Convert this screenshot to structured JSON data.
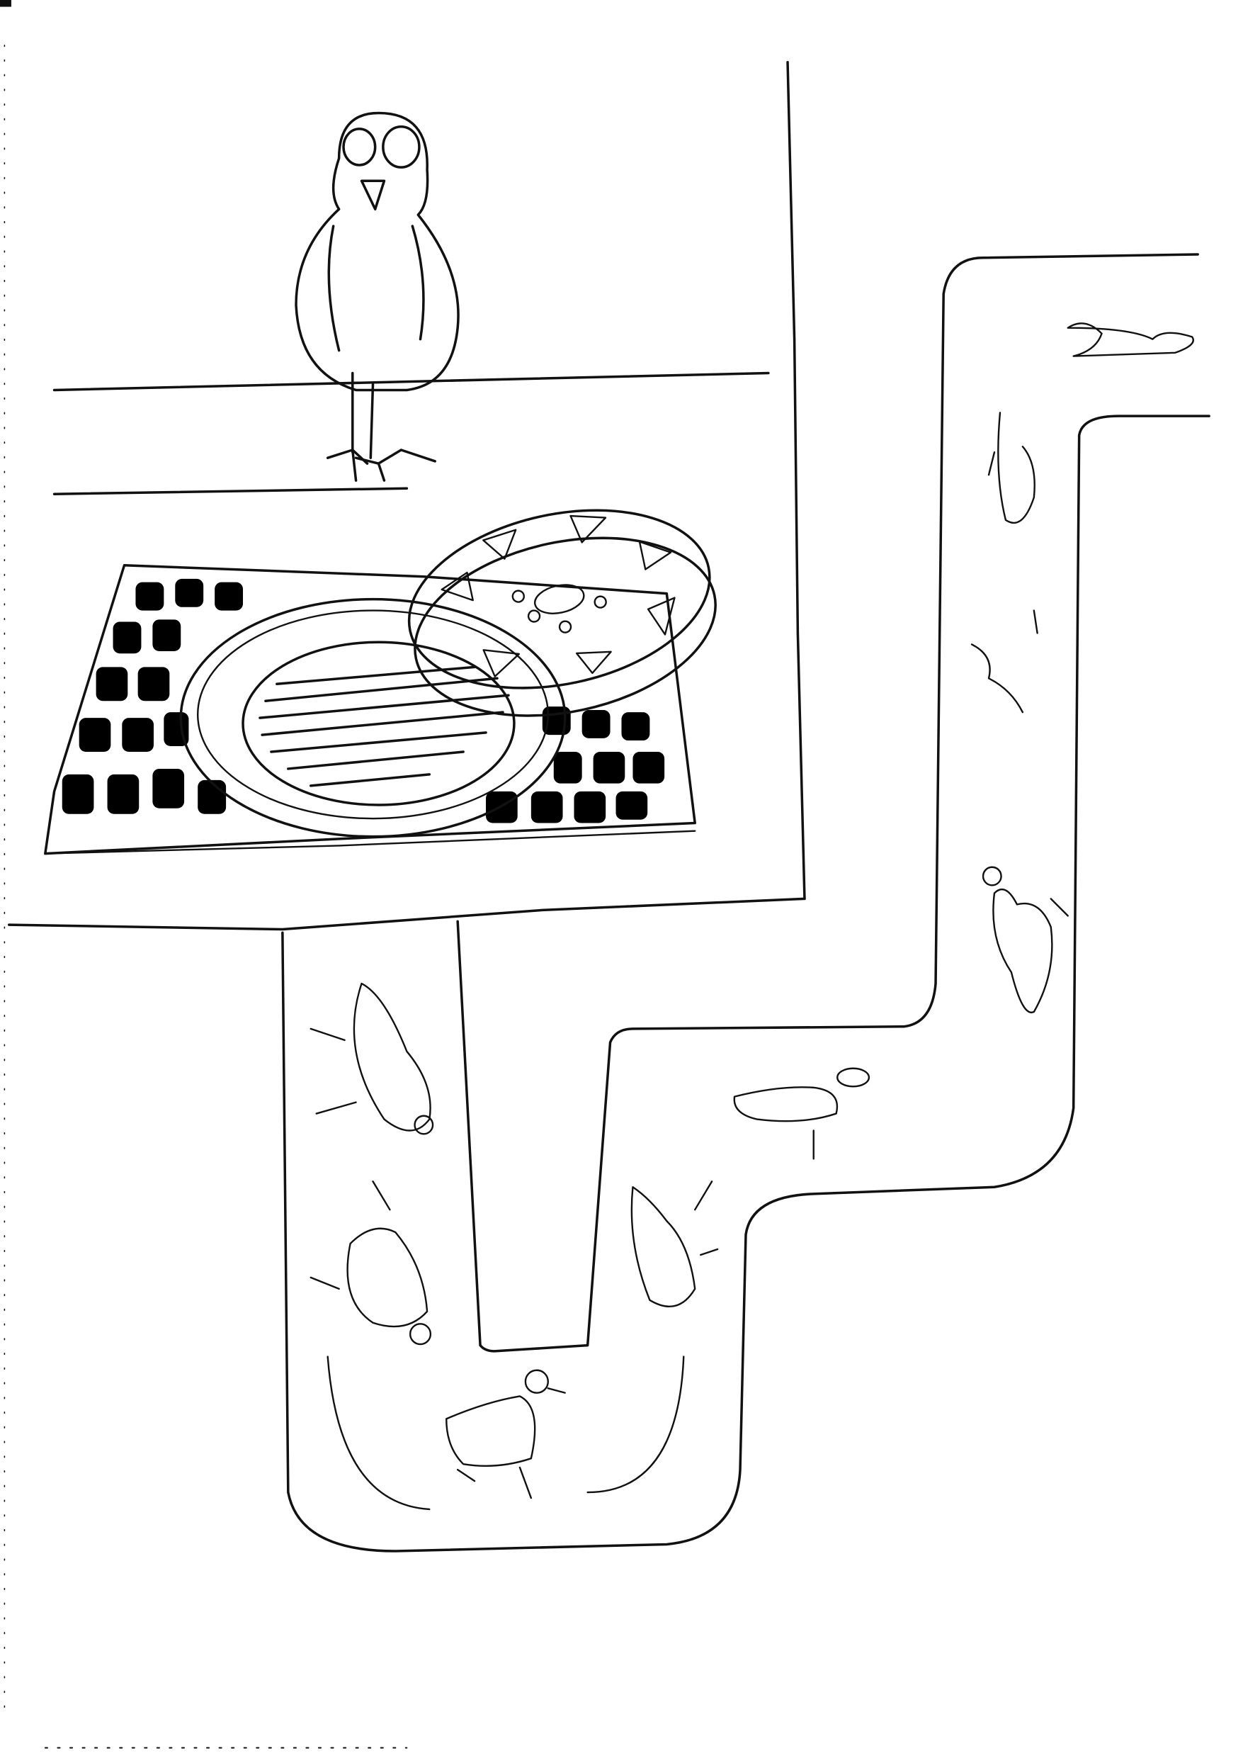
{
  "colors": {
    "ink": "#111111",
    "paper": "#ffffff"
  },
  "scene": {
    "subjects": [
      "pigeon",
      "manhole-cover",
      "manhole-opening",
      "cobblestone-grate",
      "sewer-pipe",
      "pigeons-in-pipe"
    ]
  }
}
